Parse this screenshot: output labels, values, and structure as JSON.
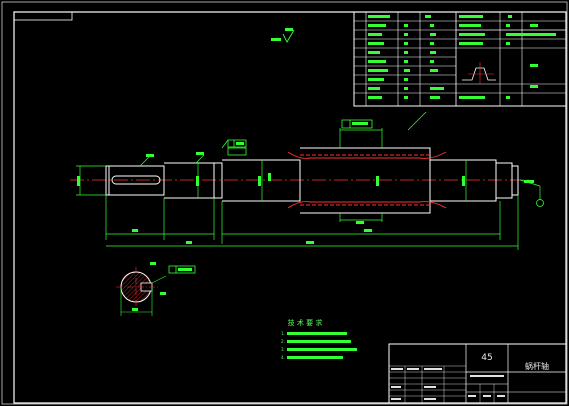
{
  "title_block": {
    "grade": "45",
    "part_name": "蜗杆轴"
  },
  "tech_requirements": {
    "heading": "技 术 要 求",
    "items": [
      "1.",
      "2.",
      "3.",
      "4."
    ]
  },
  "colors": {
    "background": "#000000",
    "frame": "#ffffff",
    "part_outline": "#33ff33",
    "dimension": "#33ff33",
    "centerline": "#ff3333",
    "hatch": "#ff3333"
  }
}
